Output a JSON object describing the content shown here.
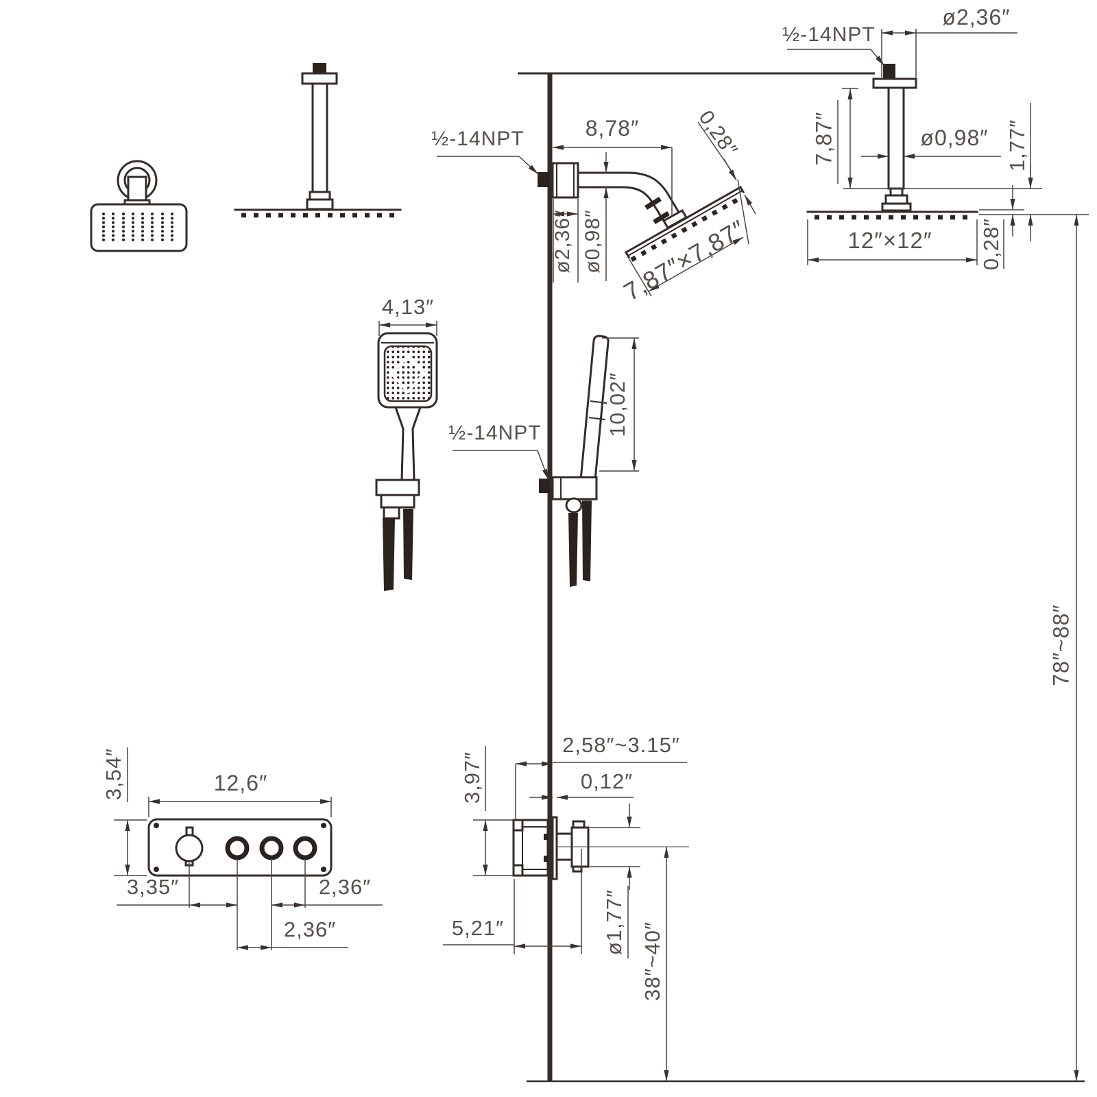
{
  "drawing_type": "shower-system-installation-dimensional-drawing",
  "colors": {
    "line": "#332c28",
    "text": "#56504b",
    "dark_fill": "#2b2320",
    "background": "#ffffff"
  },
  "labels": {
    "ceiling_top": {
      "npt": "½-14NPT",
      "flange_dia": "ø2,36″",
      "arm_length": "7,87″",
      "arm_dia": "ø0,98″",
      "head_size": "12″×12″",
      "drop": "1,77″",
      "plate_thickness": "0,28″",
      "height_range": "78″~88″"
    },
    "wall_arm": {
      "npt": "½-14NPT",
      "arm_length": "8,78″",
      "flange_dia": "ø2,36″",
      "arm_dia": "ø0,98″",
      "plate_thickness": "0,28″",
      "head_size": "7,87″×7,87″"
    },
    "handheld": {
      "head_width": "4,13″",
      "npt": "½-14NPT",
      "length": "10,02″"
    },
    "valve_front": {
      "width": "12,6″",
      "height": "3,54″",
      "offset_main": "3,35″",
      "offset_mid": "2,36″",
      "offset_right": "2,36″"
    },
    "valve_side": {
      "depth_range": "2,58″~3.15″",
      "plate_thickness": "0,12″",
      "body_height": "3,97″",
      "total_depth": "5,21″",
      "knob_dia": "ø1,77″",
      "install_height": "38″~40″"
    }
  }
}
